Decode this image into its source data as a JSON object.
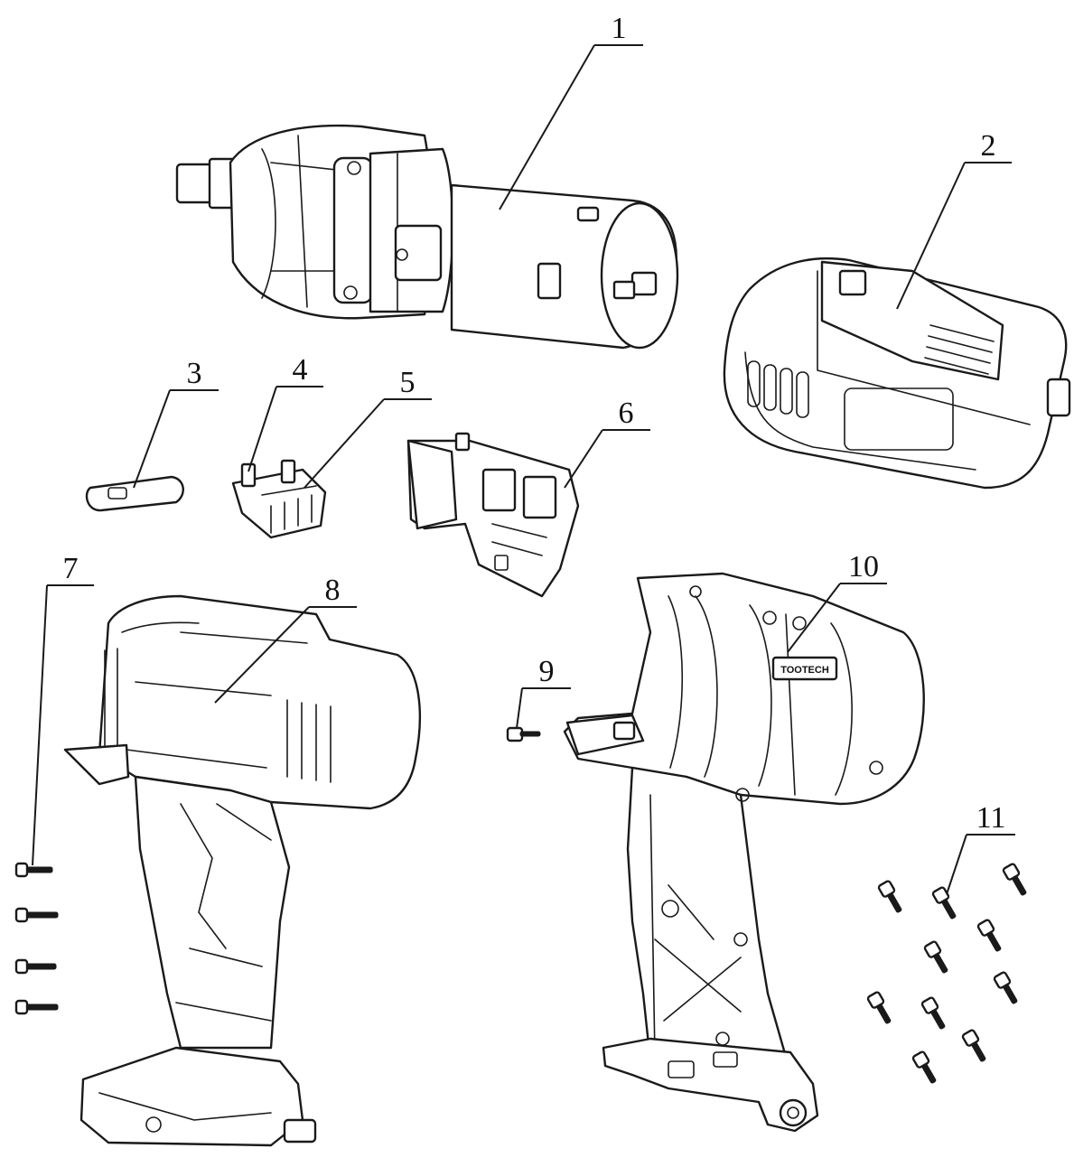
{
  "diagram": {
    "callouts": [
      {
        "id": "1",
        "label": "1"
      },
      {
        "id": "2",
        "label": "2"
      },
      {
        "id": "3",
        "label": "3"
      },
      {
        "id": "4",
        "label": "4"
      },
      {
        "id": "5",
        "label": "5"
      },
      {
        "id": "6",
        "label": "6"
      },
      {
        "id": "7",
        "label": "7"
      },
      {
        "id": "8",
        "label": "8"
      },
      {
        "id": "9",
        "label": "9"
      },
      {
        "id": "10",
        "label": "10"
      },
      {
        "id": "11",
        "label": "11"
      }
    ],
    "housing_logo_text": "TOOTECH"
  }
}
